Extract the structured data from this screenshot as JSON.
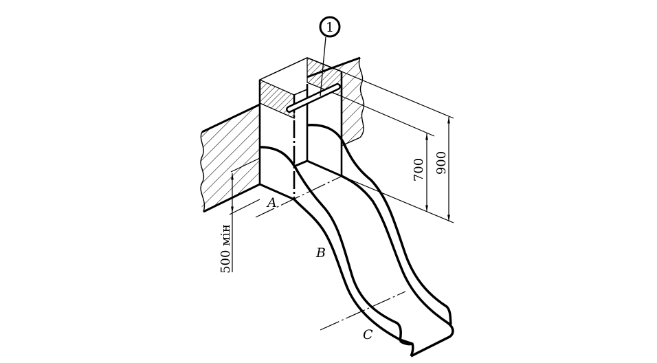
{
  "callout": {
    "number": "1"
  },
  "points": {
    "a": "A",
    "b": "B",
    "c": "C"
  },
  "dimensions": {
    "height_700": "700",
    "height_900": "900",
    "min_500": "500 мін"
  },
  "colors": {
    "line": "#000000",
    "background": "#ffffff"
  }
}
